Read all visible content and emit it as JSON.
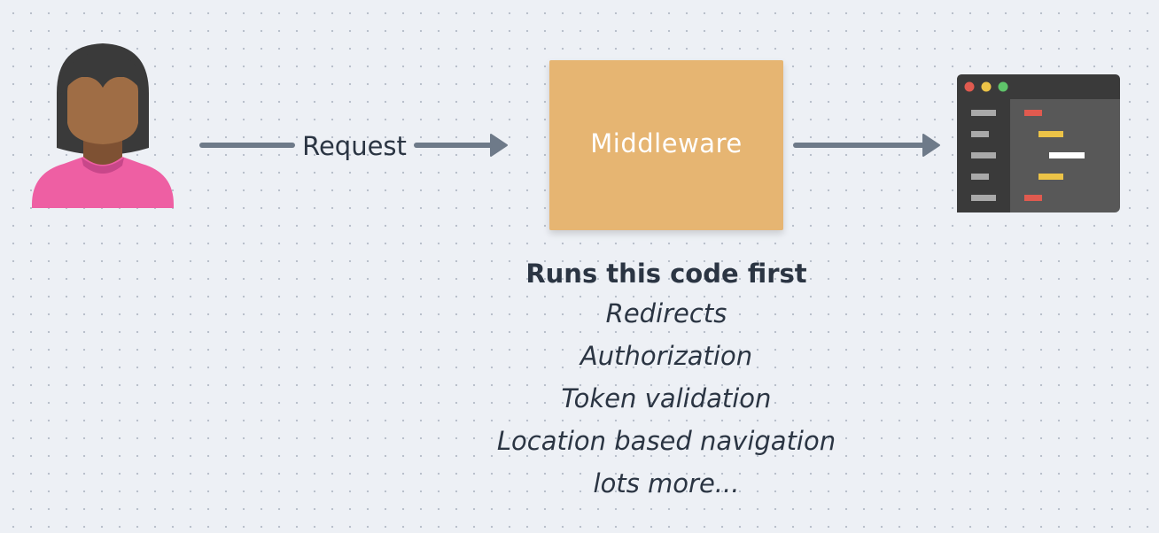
{
  "diagram": {
    "request_label": "Request",
    "middleware_label": "Middleware",
    "notes_title": "Runs this code first",
    "notes_items": [
      "Redirects",
      "Authorization",
      "Token validation",
      "Location based navigation",
      "lots more..."
    ]
  },
  "icons": {
    "user": "user-avatar-icon",
    "code_window": "code-editor-window-icon",
    "arrow": "arrow-right-icon"
  },
  "colors": {
    "background": "#edf0f5",
    "text": "#2b3543",
    "arrow": "#6e7a89",
    "middleware": "#e6b572",
    "shirt": "#ee5fa3",
    "skin": "#9f6d45",
    "hair": "#3a3a3a",
    "window_bar": "#3a3a3a",
    "window_body": "#585858"
  }
}
